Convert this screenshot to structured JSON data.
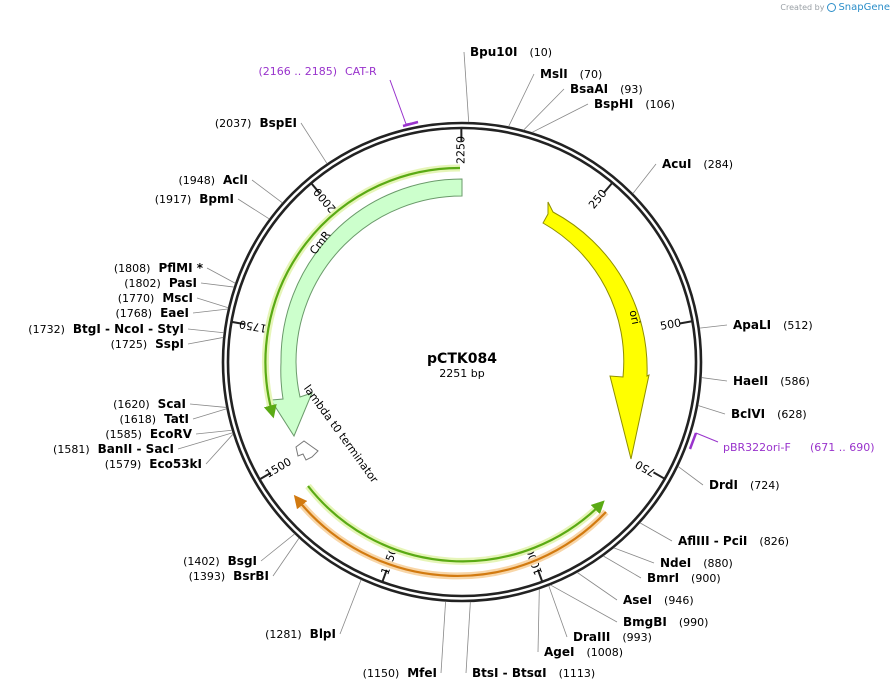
{
  "attribution": {
    "prefix": "Created by",
    "brand": "SnapGene"
  },
  "plasmid": {
    "name": "pCTK084",
    "length_text": "2251 bp",
    "length": 2251
  },
  "ticks": [
    "250",
    "500",
    "750",
    "1000",
    "1250",
    "1500",
    "1750",
    "2000",
    "2250"
  ],
  "sites": [
    {
      "name": "Bpu10I",
      "pos": "(10)",
      "side": "right"
    },
    {
      "name": "MslI",
      "pos": "(70)",
      "side": "right"
    },
    {
      "name": "BsaAI",
      "pos": "(93)",
      "side": "right"
    },
    {
      "name": "BspHI",
      "pos": "(106)",
      "side": "right"
    },
    {
      "name": "AcuI",
      "pos": "(284)",
      "side": "right"
    },
    {
      "name": "ApaLI",
      "pos": "(512)",
      "side": "right"
    },
    {
      "name": "HaeII",
      "pos": "(586)",
      "side": "right"
    },
    {
      "name": "BclVI",
      "pos": "(628)",
      "side": "right"
    },
    {
      "name": "DrdI",
      "pos": "(724)",
      "side": "right"
    },
    {
      "name": "AflIII - PciI",
      "pos": "(826)",
      "side": "right"
    },
    {
      "name": "NdeI",
      "pos": "(880)",
      "side": "right"
    },
    {
      "name": "BmrI",
      "pos": "(900)",
      "side": "right"
    },
    {
      "name": "AseI",
      "pos": "(946)",
      "side": "right"
    },
    {
      "name": "BmgBI",
      "pos": "(990)",
      "side": "right"
    },
    {
      "name": "DraIII",
      "pos": "(993)",
      "side": "right"
    },
    {
      "name": "AgeI",
      "pos": "(1008)",
      "side": "right"
    },
    {
      "name": "BtsI - BtsαI",
      "pos": "(1113)",
      "side": "right"
    },
    {
      "name": "MfeI",
      "pos": "(1150)",
      "side": "left"
    },
    {
      "name": "BlpI",
      "pos": "(1281)",
      "side": "left"
    },
    {
      "name": "BsrBI",
      "pos": "(1393)",
      "side": "left"
    },
    {
      "name": "BsgI",
      "pos": "(1402)",
      "side": "left"
    },
    {
      "name": "Eco53kI",
      "pos": "(1579)",
      "side": "left"
    },
    {
      "name": "BanII - SacI",
      "pos": "(1581)",
      "side": "left"
    },
    {
      "name": "EcoRV",
      "pos": "(1585)",
      "side": "left"
    },
    {
      "name": "TatI",
      "pos": "(1618)",
      "side": "left"
    },
    {
      "name": "ScaI",
      "pos": "(1620)",
      "side": "left"
    },
    {
      "name": "SspI",
      "pos": "(1725)",
      "side": "left"
    },
    {
      "name": "BtgI - NcoI - StyI",
      "pos": "(1732)",
      "side": "left"
    },
    {
      "name": "EaeI",
      "pos": "(1768)",
      "side": "left"
    },
    {
      "name": "MscI",
      "pos": "(1770)",
      "side": "left"
    },
    {
      "name": "PasI",
      "pos": "(1802)",
      "side": "left"
    },
    {
      "name": "PflMI *",
      "pos": "(1808)",
      "side": "left"
    },
    {
      "name": "BpmI",
      "pos": "(1917)",
      "side": "left"
    },
    {
      "name": "AclI",
      "pos": "(1948)",
      "side": "left"
    },
    {
      "name": "BspEI",
      "pos": "(2037)",
      "side": "left"
    }
  ],
  "primers": [
    {
      "name": "CAT-R",
      "range": "(2166 .. 2185)"
    },
    {
      "name": "pBR322ori-F",
      "range": "(671 .. 690)"
    }
  ],
  "features": [
    {
      "name": "ori",
      "color": "#ffff00",
      "stroke": "#9a9a00"
    },
    {
      "name": "CmR",
      "color": "#ccffcc",
      "stroke": "#6a9a6a"
    },
    {
      "name": "lambda t0 terminator",
      "color": "#ffffff",
      "stroke": "#777777"
    }
  ],
  "colors": {
    "backbone": "#222222",
    "primer": "#9933cc",
    "orf_green": "#5aaa14",
    "orf_orange": "#d27a10"
  }
}
